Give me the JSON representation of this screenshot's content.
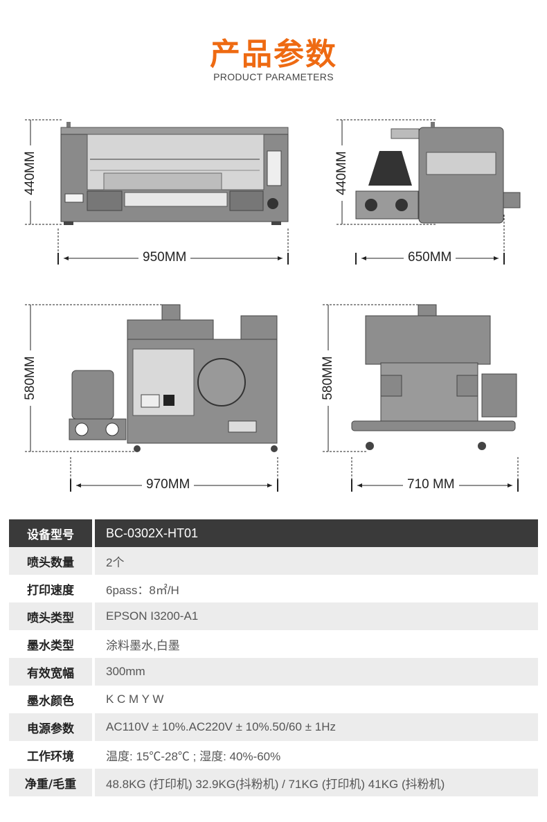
{
  "header": {
    "title": "产品参数",
    "subtitle": "PRODUCT PARAMETERS"
  },
  "views": {
    "front": {
      "height_label": "440MM",
      "width_label": "950MM"
    },
    "side": {
      "height_label": "440MM",
      "width_label": "650MM"
    },
    "shaker_front": {
      "height_label": "580MM",
      "width_label": "970MM"
    },
    "shaker_side": {
      "height_label": "580MM",
      "width_label": "710 MM"
    }
  },
  "specs": {
    "rows": [
      {
        "key": "设备型号",
        "value": "BC-0302X-HT01"
      },
      {
        "key": "喷头数量",
        "value": "2个"
      },
      {
        "key": "打印速度",
        "value": "6pass：8㎡/H"
      },
      {
        "key": "喷头类型",
        "value": "EPSON I3200-A1"
      },
      {
        "key": "墨水类型",
        "value": "涂料墨水,白墨"
      },
      {
        "key": "有效宽幅",
        "value": "300mm"
      },
      {
        "key": "墨水颜色",
        "value": "K C M Y W"
      },
      {
        "key": "电源参数",
        "value": "AC110V ± 10%.AC220V ± 10%.50/60 ± 1Hz"
      },
      {
        "key": "工作环境",
        "value": "温度: 15℃-28℃ ; 湿度: 40%-60%"
      },
      {
        "key": "净重/毛重",
        "value": "48.8KG (打印机)  32.9KG(抖粉机)  / 71KG (打印机)  41KG (抖粉机)"
      }
    ]
  },
  "colors": {
    "accent": "#ee6a12",
    "header_row": "#3a3a3a",
    "alt_row": "#ececec"
  }
}
